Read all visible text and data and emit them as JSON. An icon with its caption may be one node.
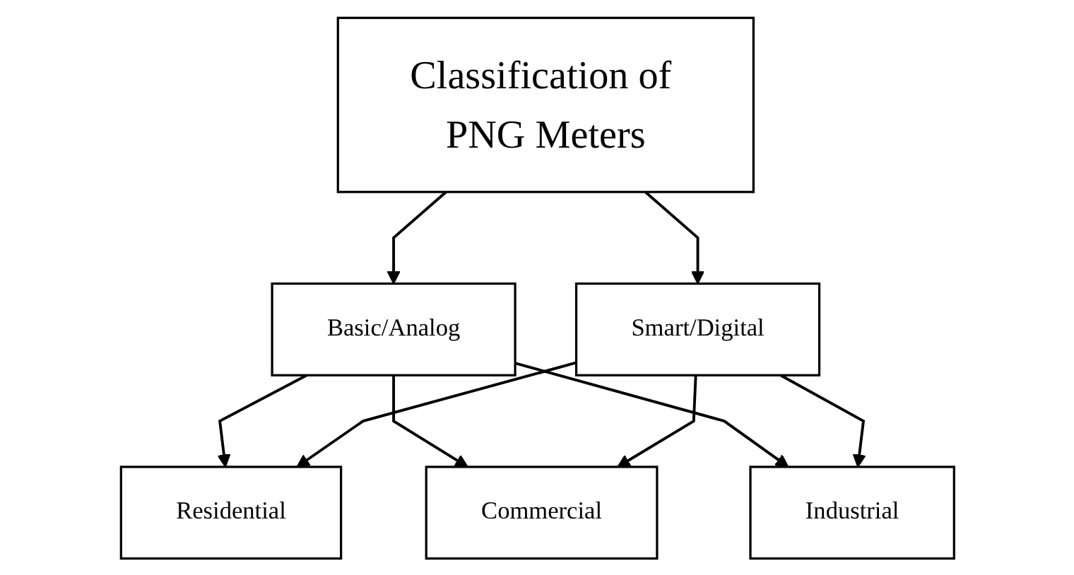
{
  "diagram": {
    "nodes": [
      {
        "text": [
          "Classification of PNG Meters"
        ]
      },
      {
        "text": [
          "Basic/Analog"
        ]
      },
      {
        "text": [
          "Smart/Digital"
        ]
      },
      {
        "text": [
          "Residential"
        ]
      },
      {
        "text": [
          "Commercial"
        ]
      },
      {
        "text": [
          "Industrial"
        ]
      }
    ],
    "edges": [
      {
        "from": 0,
        "to": 1,
        "arrow": "to"
      },
      {
        "from": 0,
        "to": 2,
        "arrow": "to"
      },
      {
        "from": 1,
        "to": 3,
        "arrow": "to"
      },
      {
        "from": 1,
        "to": 4,
        "arrow": "to"
      },
      {
        "from": 1,
        "to": 5,
        "arrow": "to"
      },
      {
        "from": 2,
        "to": 3,
        "arrow": "to"
      },
      {
        "from": 2,
        "to": 4,
        "arrow": "to"
      },
      {
        "from": 2,
        "to": 5,
        "arrow": "to"
      }
    ]
  }
}
